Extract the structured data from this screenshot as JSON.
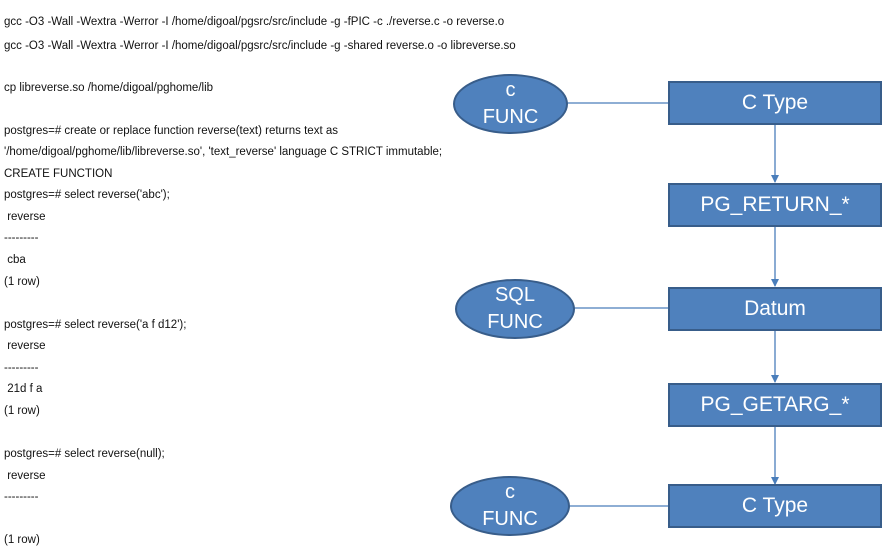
{
  "terminal": {
    "lines": [
      "gcc -O3 -Wall -Wextra -Werror -I /home/digoal/pgsrc/src/include -g -fPIC -c ./reverse.c -o reverse.o",
      "gcc -O3 -Wall -Wextra -Werror -I /home/digoal/pgsrc/src/include -g -shared reverse.o -o libreverse.so",
      "cp libreverse.so /home/digoal/pghome/lib",
      "postgres=# create or replace function reverse(text) returns text as",
      "'/home/digoal/pghome/lib/libreverse.so', 'text_reverse' language C STRICT immutable;",
      "CREATE FUNCTION",
      "postgres=# select reverse('abc');",
      " reverse",
      "---------",
      " cba",
      "(1 row)",
      "postgres=# select reverse('a f d12');",
      " reverse",
      "---------",
      " 21d f a",
      "(1 row)",
      "postgres=# select reverse(null);",
      " reverse",
      "---------",
      "(1 row)"
    ]
  },
  "diagram": {
    "boxes": [
      "C Type",
      "PG_RETURN_*",
      "Datum",
      "PG_GETARG_*",
      "C Type"
    ],
    "ellipses": [
      "c\nFUNC",
      "SQL\nFUNC",
      "c\nFUNC"
    ],
    "colors": {
      "fill": "#4f81bd",
      "border": "#385d8a",
      "connector": "#4a7ebb"
    }
  }
}
